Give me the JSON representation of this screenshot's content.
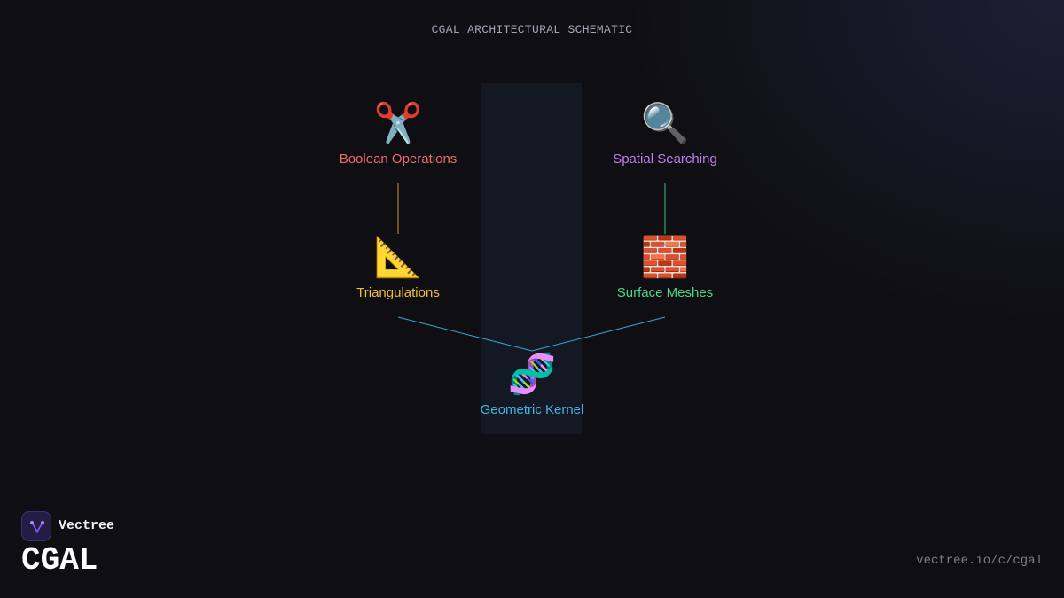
{
  "header": {
    "title": "CGAL ARCHITECTURAL SCHEMATIC"
  },
  "nodes": [
    {
      "id": "boolean",
      "icon": "scissors-icon",
      "glyph": "✂️",
      "label": "Boolean Operations",
      "color": "#f06a6a"
    },
    {
      "id": "spatial",
      "icon": "magnifier-icon",
      "glyph": "🔍",
      "label": "Spatial Searching",
      "color": "#c07cf5"
    },
    {
      "id": "triangulations",
      "icon": "triangle-ruler-icon",
      "glyph": "📐",
      "label": "Triangulations",
      "color": "#f2bd3b"
    },
    {
      "id": "surface",
      "icon": "brick-icon",
      "glyph": "🧱",
      "label": "Surface Meshes",
      "color": "#4bd68a"
    },
    {
      "id": "kernel",
      "icon": "dna-icon",
      "glyph": "🧬",
      "label": "Geometric Kernel",
      "color": "#43b3e6"
    }
  ],
  "edges": [
    {
      "from": "boolean",
      "to": "triangulations",
      "color": "#d19a2e"
    },
    {
      "from": "spatial",
      "to": "surface",
      "color": "#3cbf7a"
    },
    {
      "from": "triangulations",
      "to": "kernel",
      "color": "#3aa4d6"
    },
    {
      "from": "surface",
      "to": "kernel",
      "color": "#3aa4d6"
    }
  ],
  "brand": {
    "name": "Vectree",
    "product": "CGAL",
    "url": "vectree.io/c/cgal"
  }
}
